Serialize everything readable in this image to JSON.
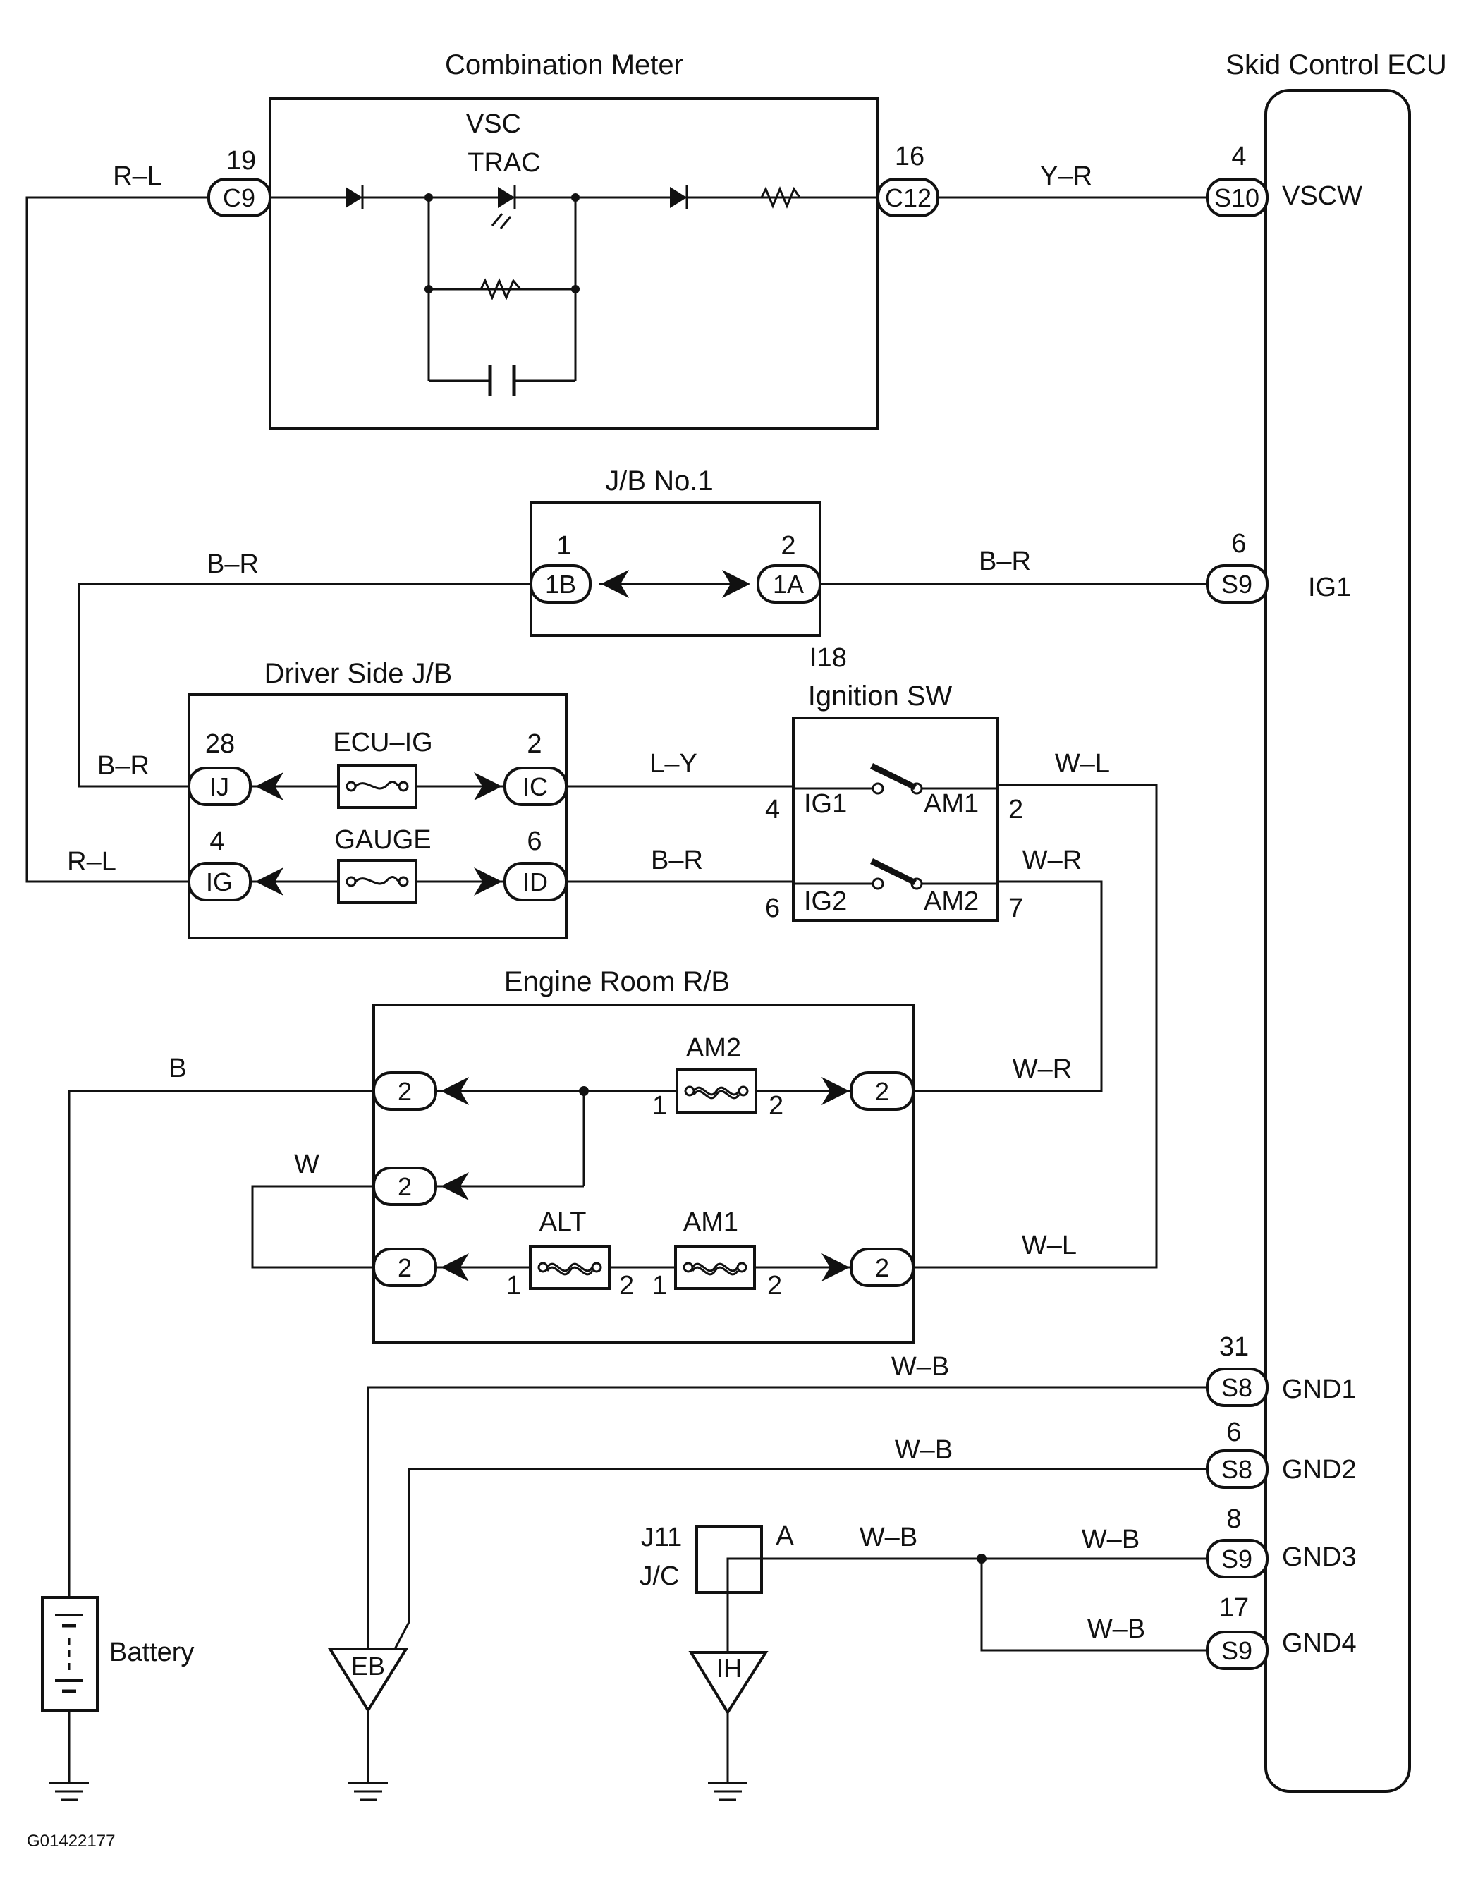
{
  "titles": {
    "combination_meter": "Combination Meter",
    "skid_control_ecu": "Skid Control ECU",
    "jb_no1": "J/B No.1",
    "driver_side_jb": "Driver Side J/B",
    "ignition_sw": "Ignition SW",
    "ignition_sw_code": "I18",
    "engine_room_rb": "Engine Room R/B",
    "vsc": "VSC",
    "trac": "TRAC",
    "battery": "Battery",
    "jc_code": "J11",
    "jc": "J/C",
    "jc_pin": "A",
    "figure_id": "G01422177"
  },
  "connectors": {
    "c9": {
      "id": "C9",
      "pin": "19"
    },
    "c12": {
      "id": "C12",
      "pin": "16"
    },
    "s10": {
      "id": "S10",
      "pin": "4"
    },
    "s9_ig1": {
      "id": "S9",
      "pin": "6"
    },
    "jb_1b": {
      "id": "1B",
      "pin": "1"
    },
    "jb_1a": {
      "id": "1A",
      "pin": "2"
    },
    "ij": {
      "id": "IJ",
      "pin": "28"
    },
    "ic": {
      "id": "IC",
      "pin": "2"
    },
    "ig": {
      "id": "IG",
      "pin": "4"
    },
    "id": {
      "id": "ID",
      "pin": "6"
    },
    "er_l1": {
      "id": "2"
    },
    "er_l2": {
      "id": "2"
    },
    "er_l3": {
      "id": "2"
    },
    "er_r1": {
      "id": "2"
    },
    "er_r2": {
      "id": "2"
    },
    "s8_gnd1": {
      "id": "S8",
      "pin": "31"
    },
    "s8_gnd2": {
      "id": "S8",
      "pin": "6"
    },
    "s9_gnd3": {
      "id": "S9",
      "pin": "8"
    },
    "s9_gnd4": {
      "id": "S9",
      "pin": "17"
    }
  },
  "ecu_terminals": {
    "vscw": "VSCW",
    "ig1": "IG1",
    "gnd1": "GND1",
    "gnd2": "GND2",
    "gnd3": "GND3",
    "gnd4": "GND4"
  },
  "wires": {
    "r_l_top": "R–L",
    "y_r": "Y–R",
    "b_r_jb_left": "B–R",
    "b_r_jb_right": "B–R",
    "b_r_ij": "B–R",
    "r_l_ig": "R–L",
    "l_y": "L–Y",
    "b_r_id": "B–R",
    "w_l_top": "W–L",
    "w_r_top": "W–R",
    "b_batt": "B",
    "w_loop": "W",
    "w_r_er": "W–R",
    "w_l_er": "W–L",
    "w_b_gnd1": "W–B",
    "w_b_gnd2": "W–B",
    "w_b_jc": "W–B",
    "w_b_gnd3": "W–B",
    "w_b_gnd4": "W–B"
  },
  "fuses": {
    "ecu_ig": "ECU–IG",
    "gauge": "GAUGE",
    "am2": "AM2",
    "alt": "ALT",
    "am1": "AM1"
  },
  "fuse_pins": {
    "am2_in": "1",
    "am2_out": "2",
    "alt_in": "1",
    "alt_out": "2",
    "am1_in": "1",
    "am1_out": "2"
  },
  "ignition_switch": {
    "ig1": "IG1",
    "am1": "AM1",
    "ig2": "IG2",
    "am2": "AM2",
    "pin_ig1": "4",
    "pin_am1": "2",
    "pin_ig2": "6",
    "pin_am2": "7"
  },
  "grounds": {
    "eb": "EB",
    "ih": "IH"
  }
}
